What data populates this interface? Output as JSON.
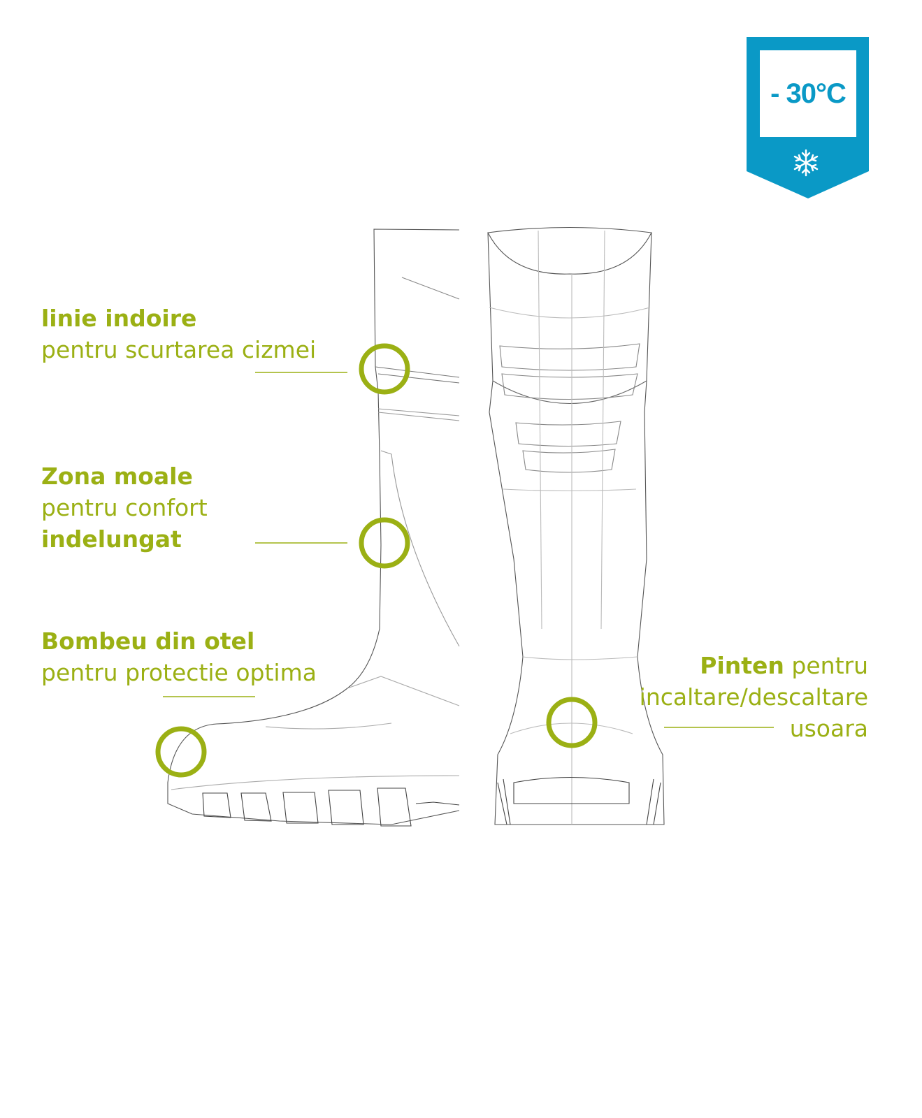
{
  "badge": {
    "temperature": "- 30°C",
    "icon": "snowflake-icon",
    "color": "#0a99c6"
  },
  "accent_color": "#9bb014",
  "callouts": [
    {
      "title": "linie indoire",
      "text": "pentru scurtarea cizmei"
    },
    {
      "title": "Zona moale",
      "text": "pentru confort",
      "title2": "indelungat"
    },
    {
      "title": "Bombeu din otel",
      "text": "pentru protectie optima"
    },
    {
      "title": "Pinten",
      "text": "pentru",
      "text2": "incaltare/descaltare",
      "text3": "usoara"
    }
  ]
}
